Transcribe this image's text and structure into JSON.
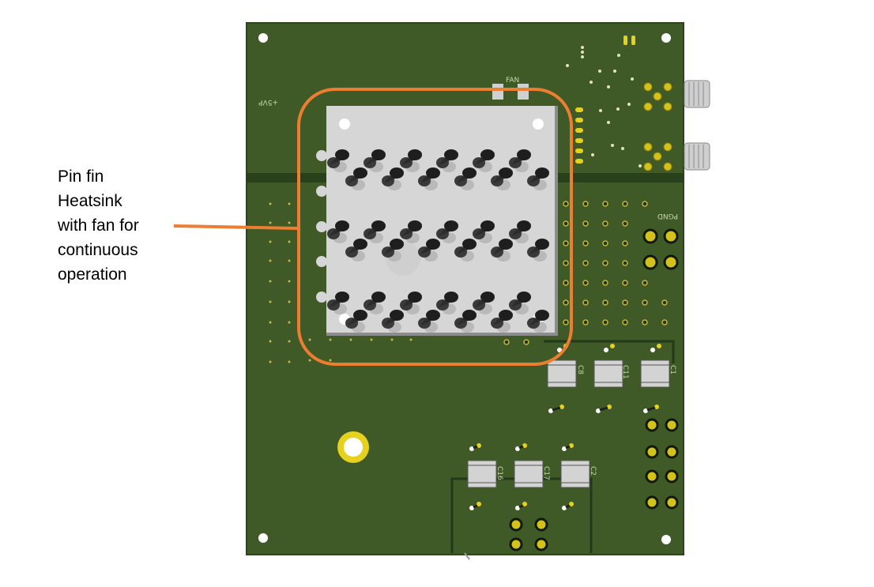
{
  "annotation": {
    "lines": [
      "Pin fin",
      "Heatsink",
      "with fan for",
      "continuous",
      "operation"
    ]
  },
  "board": {
    "silkscreen": {
      "fan_label": "FAN",
      "power_label": "+5VP",
      "ground_label": "PGND",
      "cap_labels": [
        "C8",
        "C11",
        "C1",
        "C16",
        "C17",
        "C2"
      ]
    }
  },
  "colors": {
    "board_green": "#3f5a26",
    "heatsink_grey": "#d6d6d6",
    "highlight_orange": "#ed7d31",
    "pad_gold": "#d4c21a"
  }
}
